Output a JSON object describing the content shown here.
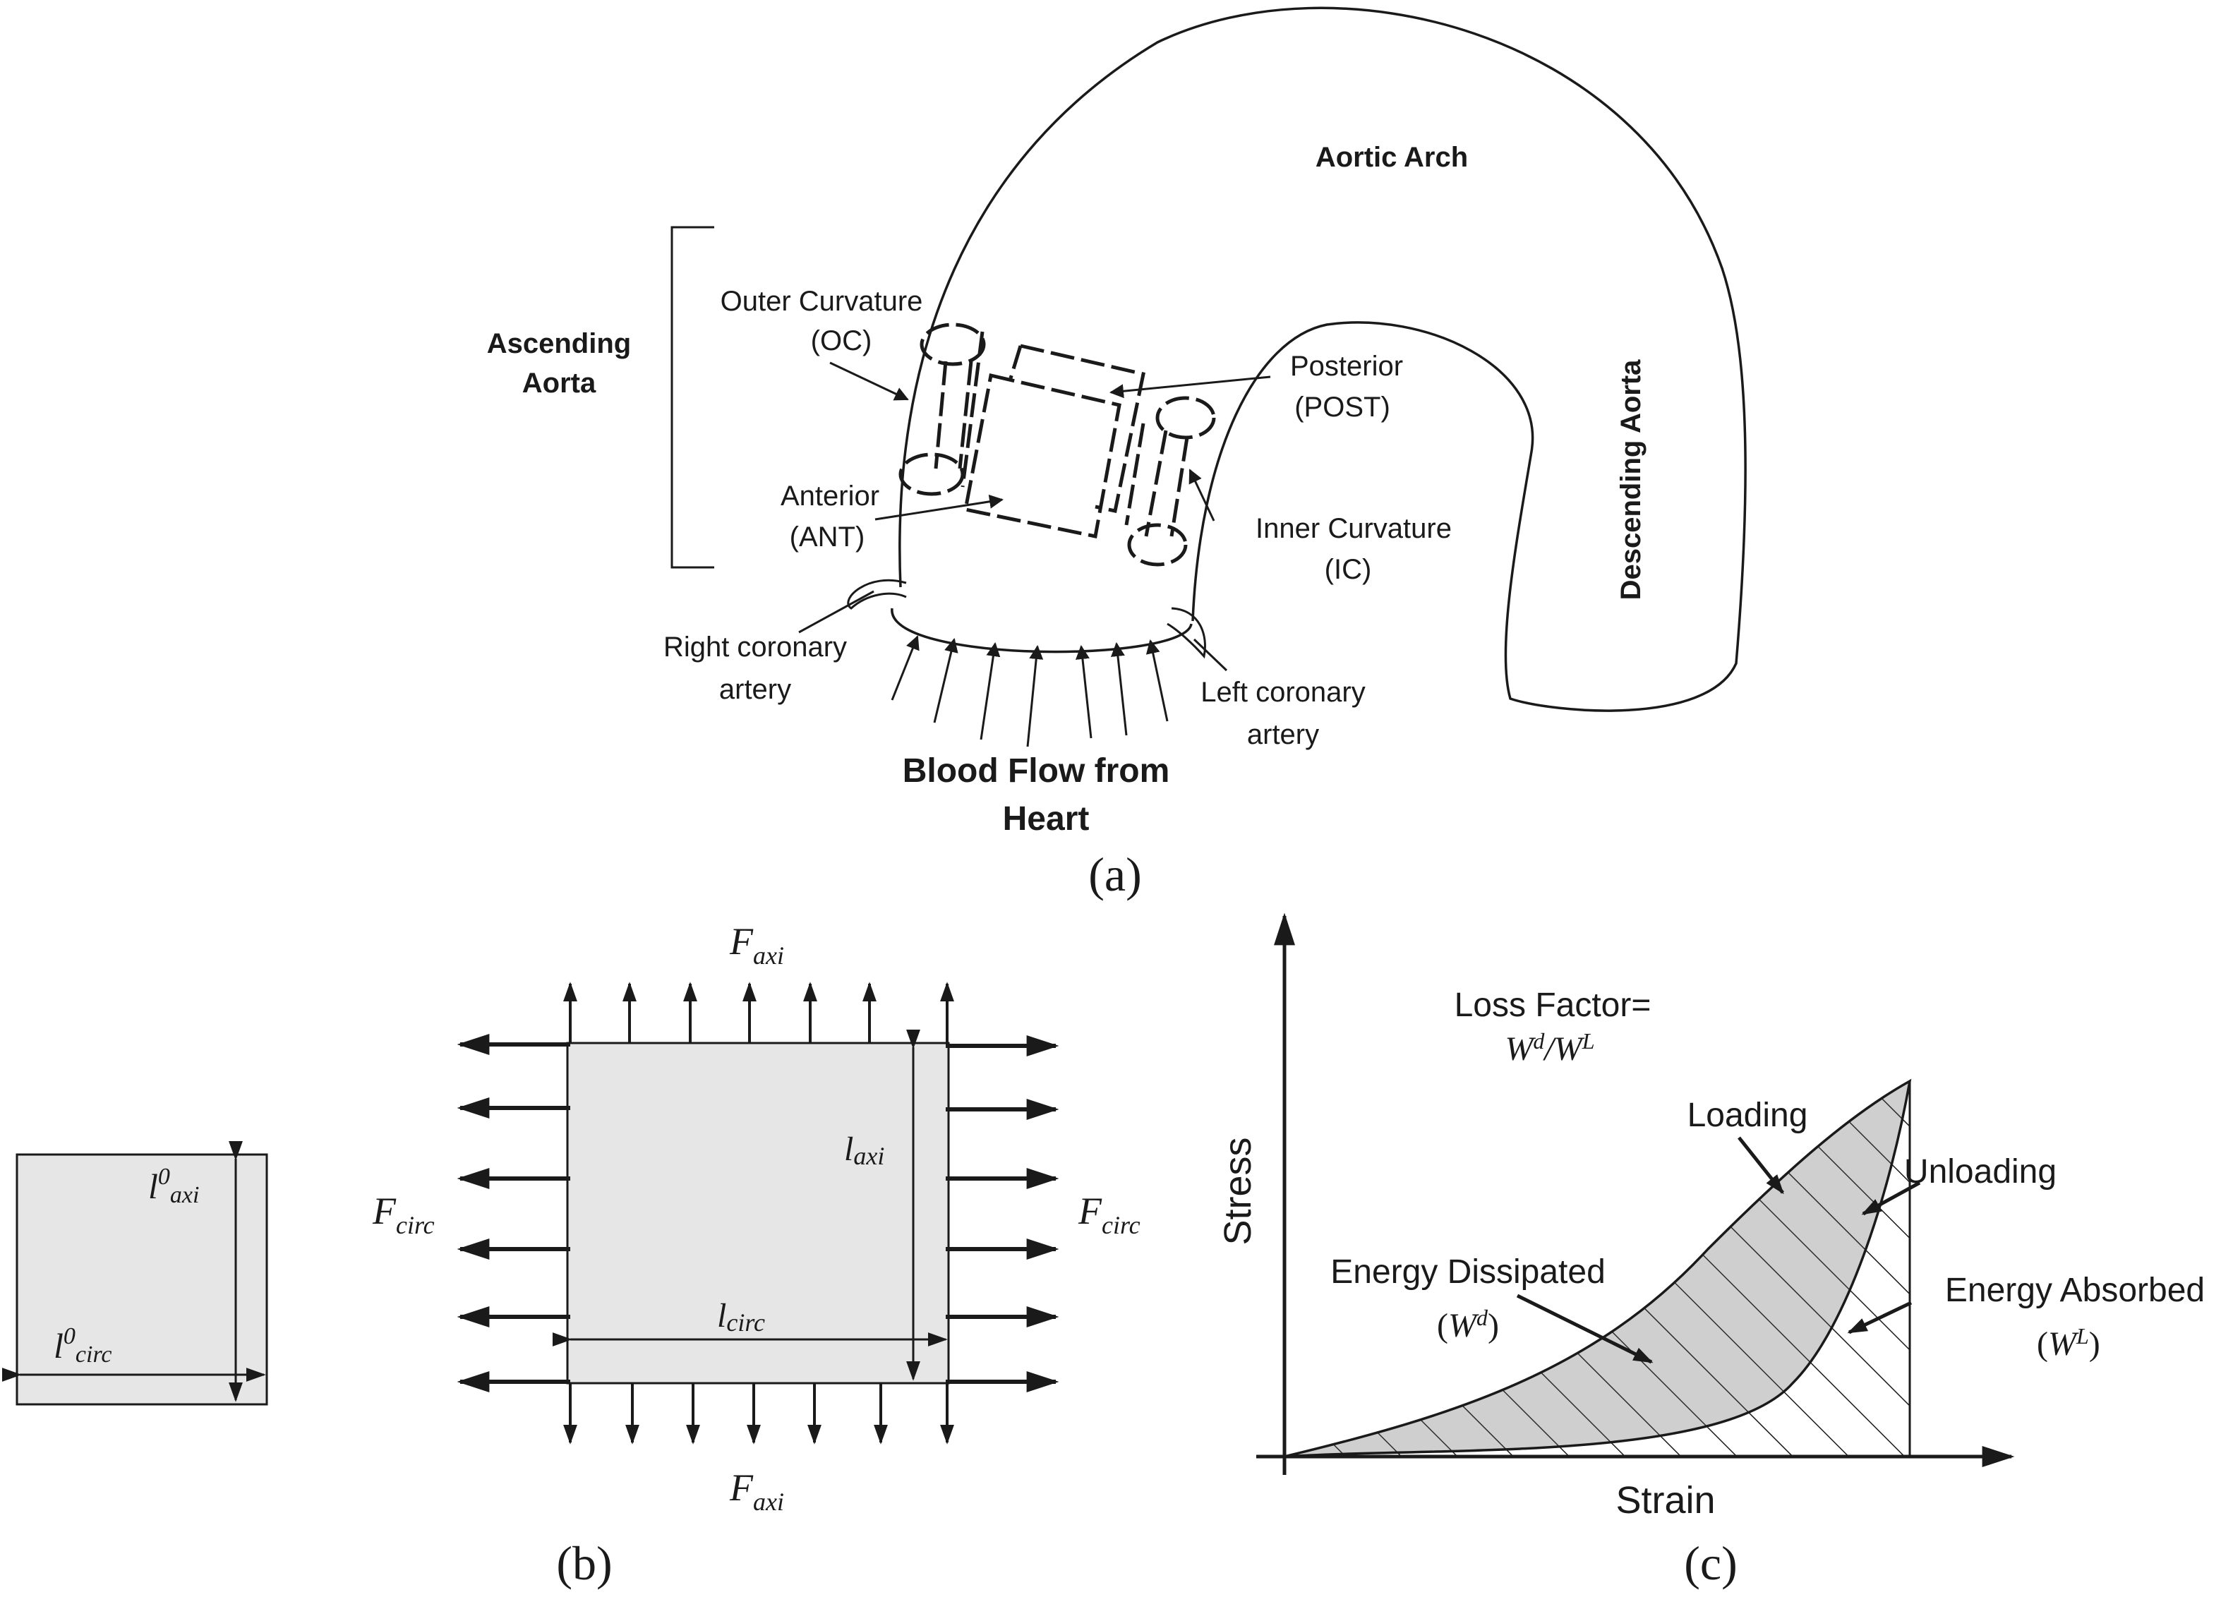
{
  "panel_a": {
    "caption": "(a)",
    "aortic_arch": "Aortic Arch",
    "ascending_line1": "Ascending",
    "ascending_line2": "Aorta",
    "descending": "Descending Aorta",
    "outer_curvature_line1": "Outer Curvature",
    "outer_curvature_line2": "(OC)",
    "posterior_line1": "Posterior",
    "posterior_line2": "(POST)",
    "anterior_line1": "Anterior",
    "anterior_line2": "(ANT)",
    "inner_curvature_line1": "Inner Curvature",
    "inner_curvature_line2": "(IC)",
    "right_coronary_line1": "Right coronary",
    "right_coronary_line2": "artery",
    "left_coronary_line1": "Left coronary",
    "left_coronary_line2": "artery",
    "blood_flow_line1": "Blood Flow from",
    "blood_flow_line2": "Heart"
  },
  "panel_b": {
    "caption": "(b)",
    "l0_axi_base": "l",
    "l0_axi_sup": "0",
    "l0_axi_sub": "axi",
    "l0_circ_base": "l",
    "l0_circ_sup": "0",
    "l0_circ_sub": "circ",
    "f_axi_base": "F",
    "f_axi_sub": "axi",
    "f_circ_base": "F",
    "f_circ_sub": "circ",
    "l_axi_base": "l",
    "l_axi_sub": "axi",
    "l_circ_base": "l",
    "l_circ_sub": "circ"
  },
  "panel_c": {
    "caption": "(c)",
    "loss_factor_line1": "Loss Factor=",
    "loss_factor_w1": "W",
    "loss_factor_w1_sup": "d",
    "loss_factor_slash": "/",
    "loss_factor_w2": "W",
    "loss_factor_w2_sup": "L",
    "loading": "Loading",
    "unloading": "Unloading",
    "energy_dissipated": "Energy Dissipated",
    "wd_open": "(",
    "wd_w": "W",
    "wd_sup": "d",
    "wd_close": ")",
    "energy_absorbed": "Energy Absorbed",
    "wl_open": "(",
    "wl_w": "W",
    "wl_sup": "L",
    "wl_close": ")",
    "x_axis": "Strain",
    "y_axis": "Stress"
  }
}
